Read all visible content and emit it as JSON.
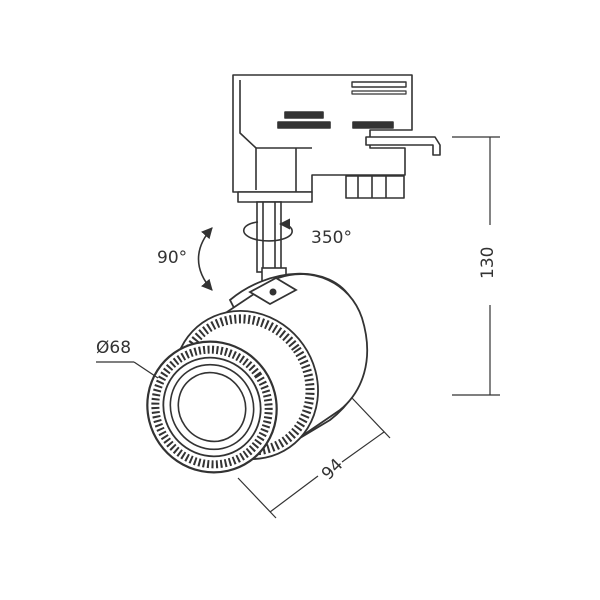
{
  "dimensions": {
    "height": "130",
    "depth": "94",
    "diameter": "Ø68"
  },
  "rotations": {
    "horizontal": "350°",
    "vertical": "90°"
  }
}
